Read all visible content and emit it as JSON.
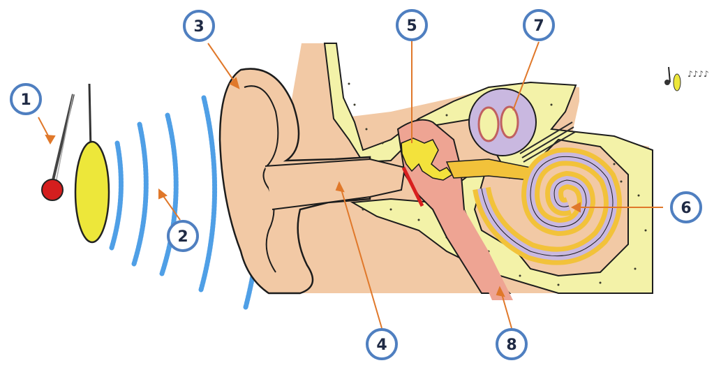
{
  "callouts": [
    {
      "id": "1",
      "label": "1"
    },
    {
      "id": "2",
      "label": "2"
    },
    {
      "id": "3",
      "label": "3"
    },
    {
      "id": "4",
      "label": "4"
    },
    {
      "id": "5",
      "label": "5"
    },
    {
      "id": "6",
      "label": "6"
    },
    {
      "id": "7",
      "label": "7"
    },
    {
      "id": "8",
      "label": "8"
    }
  ],
  "colors": {
    "skin": "#f2c9a5",
    "skin_outline": "#1c1c1c",
    "bone_yellow": "#f3f2a8",
    "middle_ear_pink": "#eea493",
    "ossicles": "#f3e23c",
    "cochlea_yellow": "#f2c23a",
    "cochlea_lilac": "#c9b8e0",
    "sound_wave": "#4f9fe6",
    "callout_ring": "#4f7fc0",
    "leader_line": "#e0782a",
    "eardrum_red": "#d81f1f",
    "tuning_ball": "#d41e1e",
    "tuning_plate": "#ede73a"
  }
}
